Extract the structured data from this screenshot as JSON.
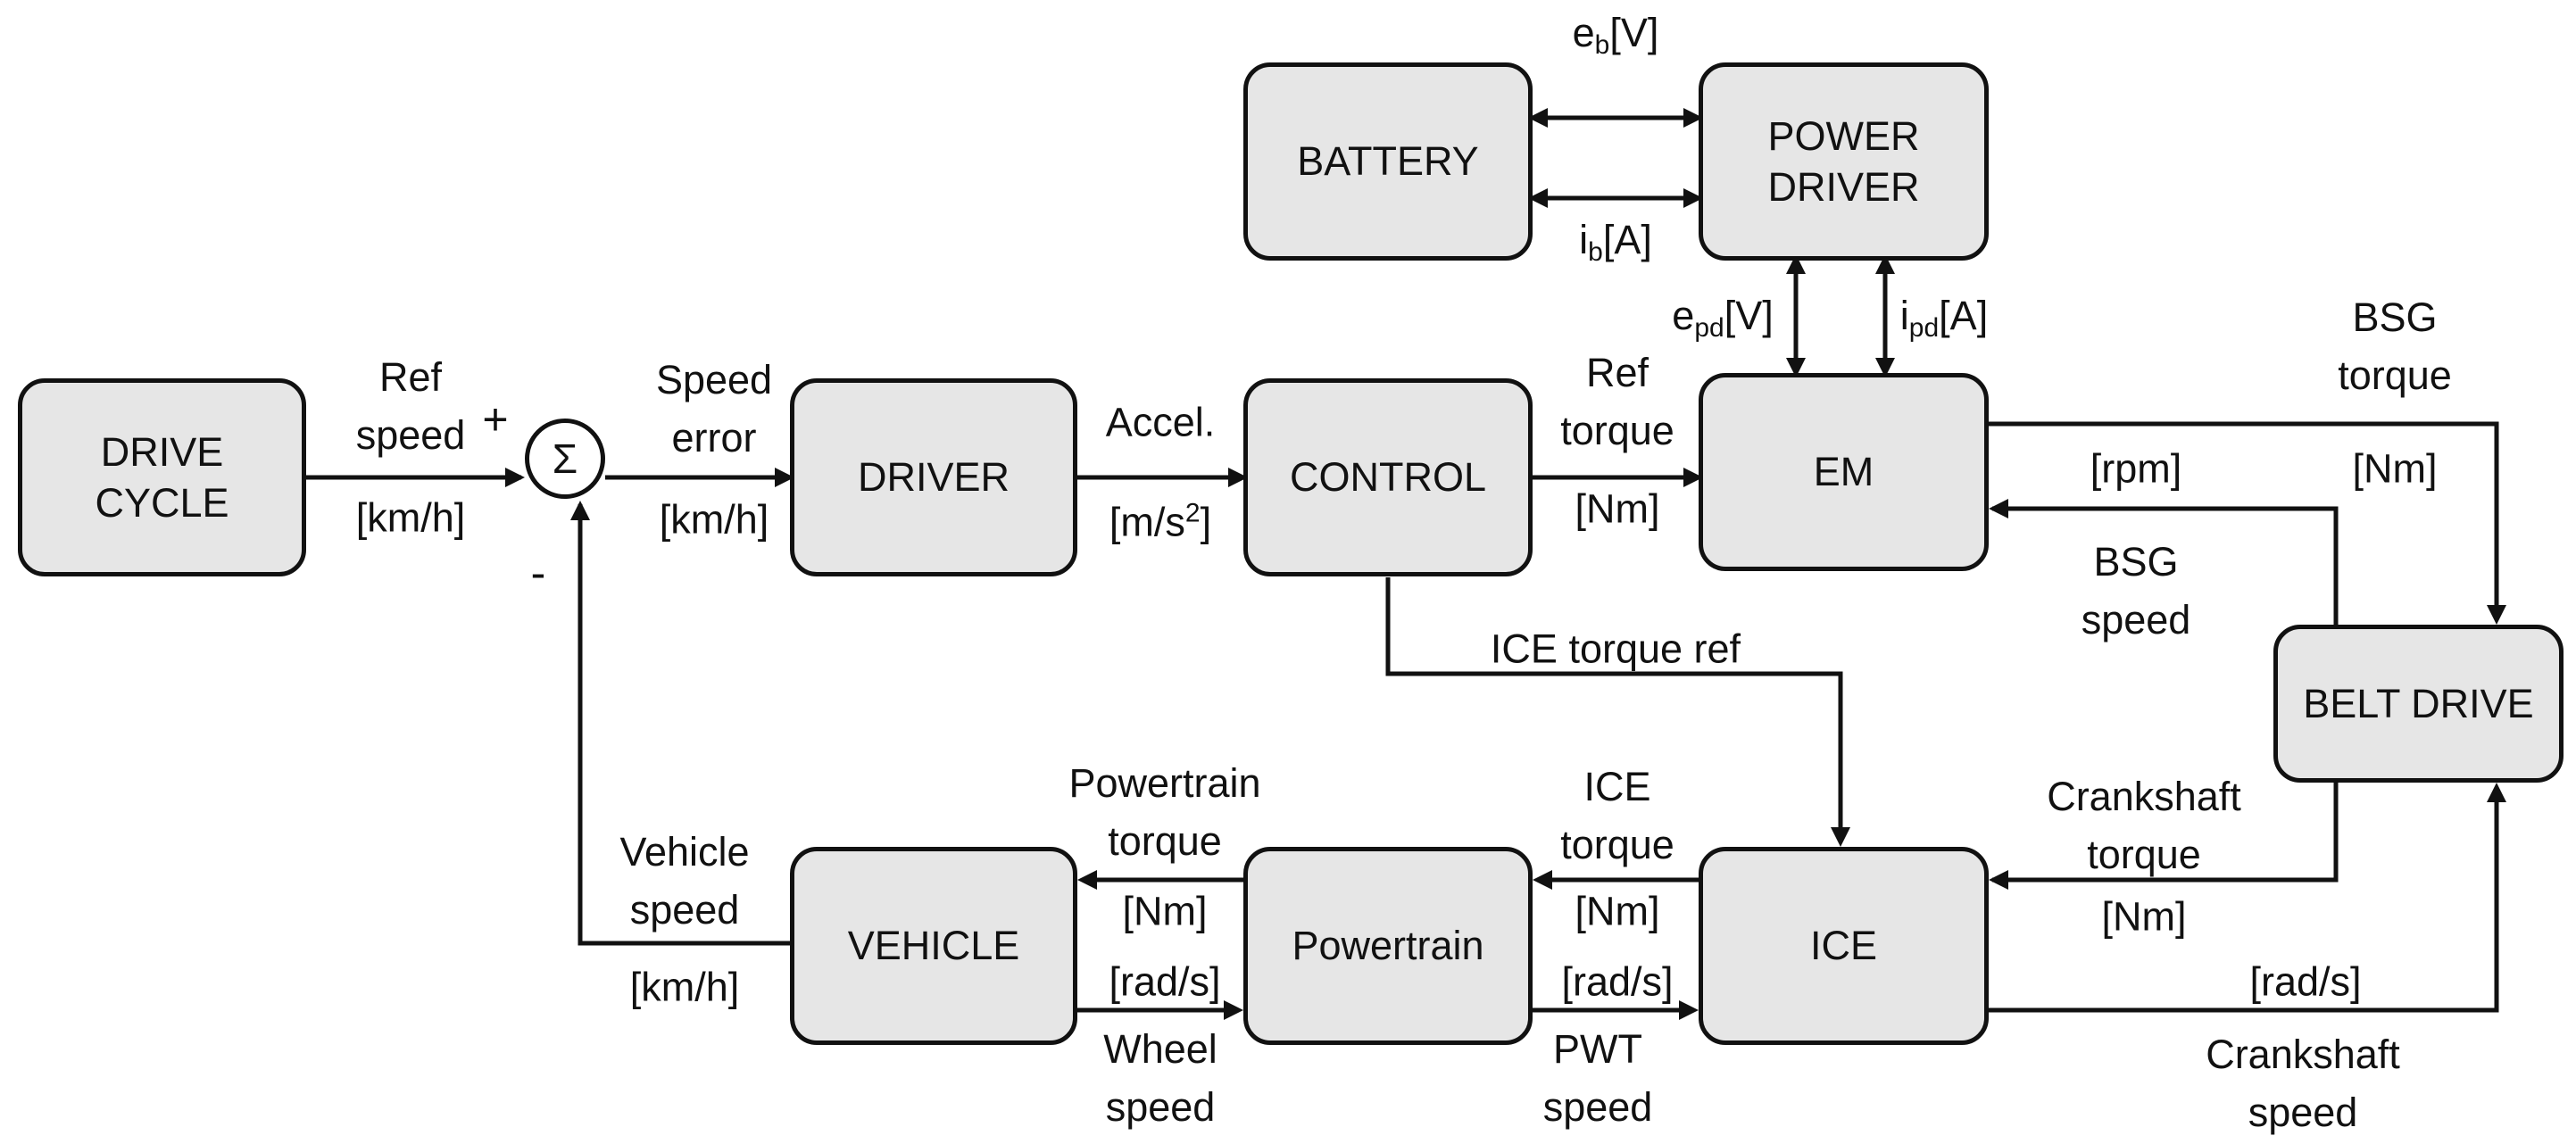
{
  "blocks": {
    "drive_cycle": [
      "DRIVE",
      "CYCLE"
    ],
    "driver": "DRIVER",
    "control": "CONTROL",
    "em": "EM",
    "battery": "BATTERY",
    "power_driver": [
      "POWER",
      "DRIVER"
    ],
    "belt_drive": "BELT DRIVE",
    "ice": "ICE",
    "powertrain": "Powertrain",
    "vehicle": "VEHICLE"
  },
  "summing_junction": {
    "symbol": "Σ",
    "plus": "+",
    "minus": "-"
  },
  "labels": {
    "ref_speed": [
      "Ref",
      "speed"
    ],
    "ref_speed_unit": "[km/h]",
    "speed_error": [
      "Speed",
      "error"
    ],
    "speed_error_unit": "[km/h]",
    "accel": "Accel.",
    "accel_unit_base": "[m/s",
    "accel_unit_exp": "2",
    "accel_unit_end": "]",
    "ref_torque": [
      "Ref",
      "torque"
    ],
    "ref_torque_unit": "[Nm]",
    "eb": {
      "base": "e",
      "sub": "b",
      "unit": "[V]"
    },
    "ib": {
      "base": "i",
      "sub": "b",
      "unit": "[A]"
    },
    "epd": {
      "base": "e",
      "sub": "pd",
      "unit": "[V]"
    },
    "ipd": {
      "base": "i",
      "sub": "pd",
      "unit": "[A]"
    },
    "bsg_torque": [
      "BSG",
      "torque"
    ],
    "bsg_torque_unit": "[Nm]",
    "rpm_unit": "[rpm]",
    "bsg_speed": [
      "BSG",
      "speed"
    ],
    "ice_torque_ref": "ICE torque ref",
    "crankshaft_torque": [
      "Crankshaft",
      "torque"
    ],
    "crankshaft_torque_unit": "[Nm]",
    "crankshaft_speed_unit": "[rad/s]",
    "crankshaft_speed": [
      "Crankshaft",
      "speed"
    ],
    "ice_torque": [
      "ICE",
      "torque"
    ],
    "ice_torque_unit": "[Nm]",
    "pwt_speed_unit": "[rad/s]",
    "pwt_speed": [
      "PWT",
      "speed"
    ],
    "powertrain_torque": [
      "Powertrain",
      "torque"
    ],
    "powertrain_torque_unit": "[Nm]",
    "wheel_speed_unit": "[rad/s]",
    "wheel_speed": [
      "Wheel",
      "speed"
    ],
    "vehicle_speed": [
      "Vehicle",
      "speed"
    ],
    "vehicle_speed_unit": "[km/h]"
  },
  "colors": {
    "block_fill": "#e6e6e6",
    "line": "#111111"
  }
}
